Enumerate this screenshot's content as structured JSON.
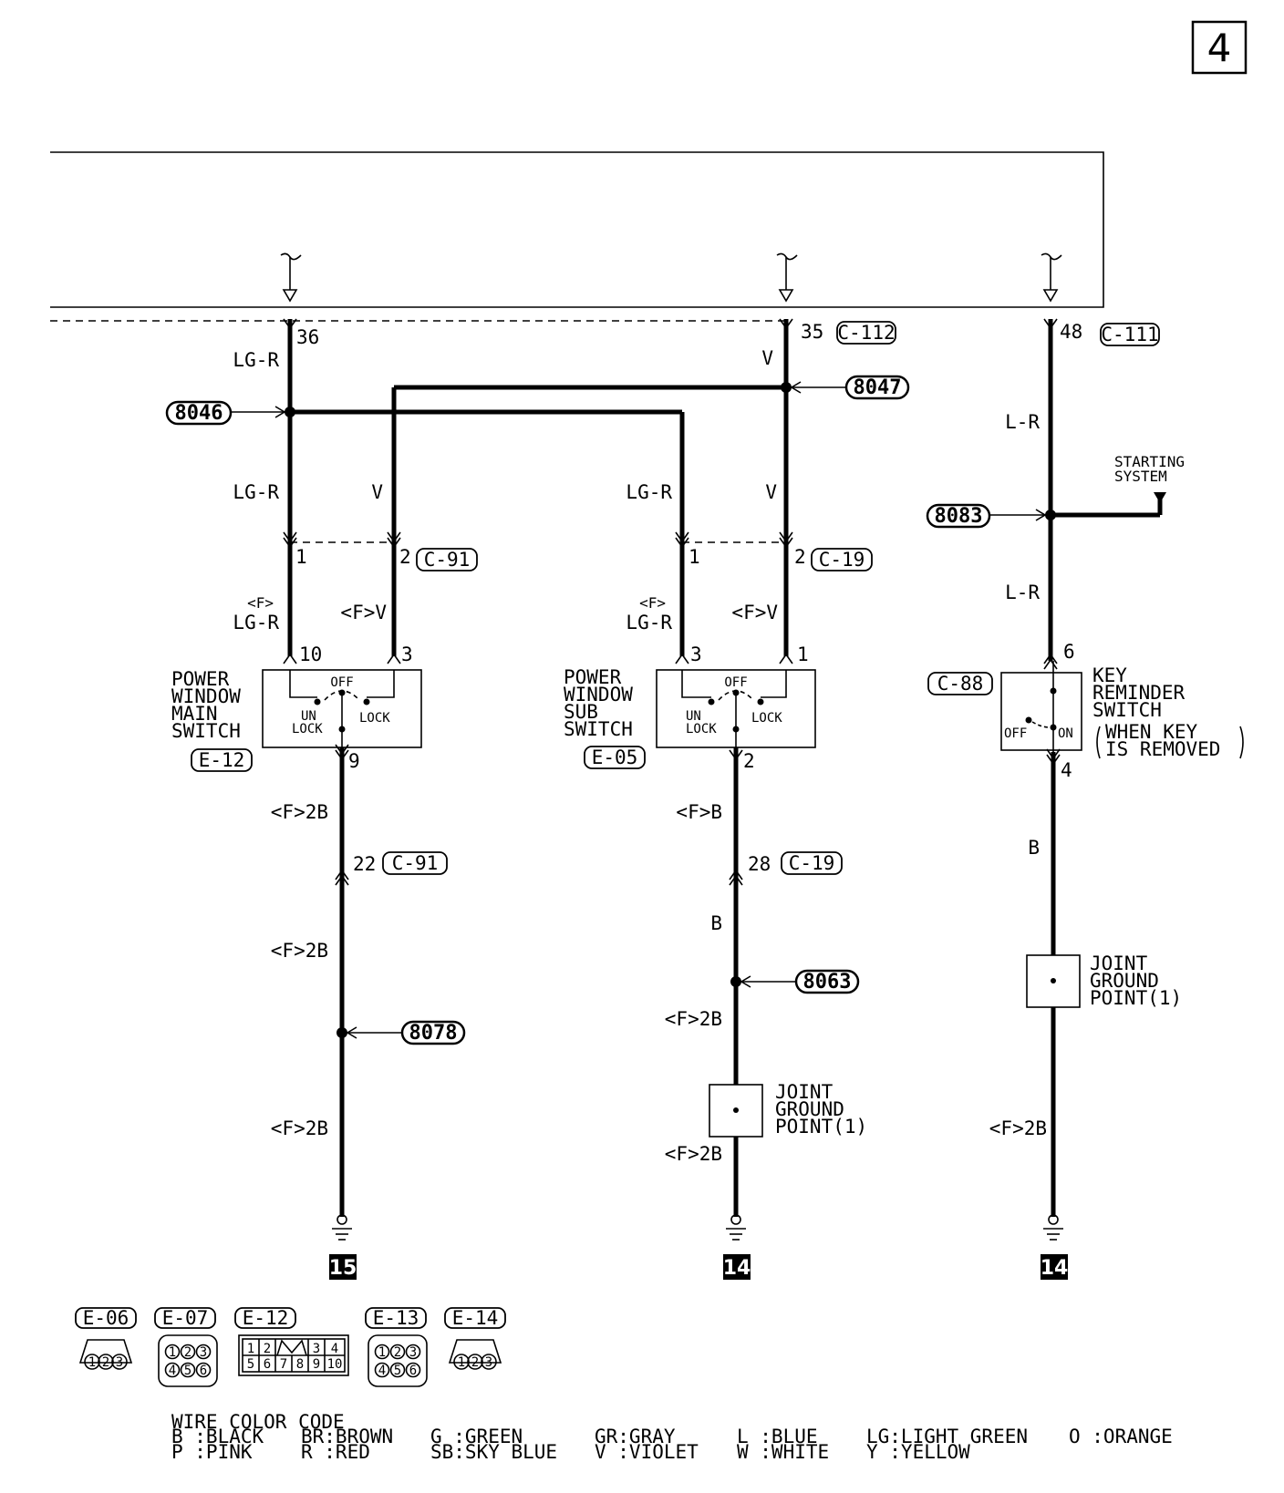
{
  "page_number": "4",
  "connectors": {
    "c112": "C-112",
    "c111": "C-111",
    "c91": "C-91",
    "c19": "C-19",
    "c88": "C-88",
    "e12": "E-12",
    "e05": "E-05"
  },
  "splices": {
    "s046": "8046",
    "s047": "8047",
    "s083": "8083",
    "s063": "8063",
    "s078": "8078"
  },
  "pins": {
    "p36": "36",
    "p35": "35",
    "p48": "48",
    "p1a": "1",
    "p2a": "2",
    "p1b": "1",
    "p2b": "2",
    "p10": "10",
    "p3a": "3",
    "p3b": "3",
    "p1c": "1",
    "p9": "9",
    "p2c": "2",
    "p22": "22",
    "p28": "28",
    "p6": "6",
    "p4": "4"
  },
  "wire_labels": {
    "lgr_1": "LG-R",
    "lgr_2": "LG-R",
    "lgr_3": "LG-R",
    "v_1": "V",
    "v_2": "V",
    "v_3": "V",
    "lr_1": "L-R",
    "lr_2": "L-R",
    "f_tag_1": "<F>",
    "f_lgr_1": "LG-R",
    "fv_1": "<F>V",
    "f_tag_2": "<F>",
    "f_lgr_2": "LG-R",
    "fv_2": "<F>V",
    "f2b_1": "<F>2B",
    "f2b_2": "<F>2B",
    "f2b_3": "<F>2B",
    "fb_1": "<F>B",
    "b_1": "B",
    "f2b_4": "<F>2B",
    "f2b_5": "<F>2B",
    "b_2": "B",
    "f2b_6": "<F>2B"
  },
  "components": {
    "main_switch": [
      "POWER",
      "WINDOW",
      "MAIN",
      "SWITCH"
    ],
    "sub_switch": [
      "POWER",
      "WINDOW",
      "SUB",
      "SWITCH"
    ],
    "key_switch": [
      "KEY",
      "REMINDER",
      "SWITCH"
    ],
    "key_note": [
      "WHEN KEY",
      "IS REMOVED"
    ],
    "off": "OFF",
    "un": "UN",
    "lock_word": "LOCK",
    "on": "ON",
    "joint_ground": [
      "JOINT",
      "GROUND",
      "POINT(1)"
    ],
    "starting_system": [
      "STARTING",
      "SYSTEM"
    ]
  },
  "grounds": {
    "g15": "15",
    "g14a": "14",
    "g14b": "14"
  },
  "connector_views": [
    {
      "id": "E-06",
      "pins": [
        "1",
        "2",
        "3"
      ]
    },
    {
      "id": "E-07",
      "pins": [
        "1",
        "2",
        "3",
        "4",
        "5",
        "6"
      ]
    },
    {
      "id": "E-12",
      "pins": [
        "1",
        "2",
        "3",
        "4",
        "5",
        "6",
        "7",
        "8",
        "9",
        "10"
      ]
    },
    {
      "id": "E-13",
      "pins": [
        "1",
        "2",
        "3",
        "4",
        "5",
        "6"
      ]
    },
    {
      "id": "E-14",
      "pins": [
        "1",
        "2",
        "3"
      ]
    }
  ],
  "color_code": {
    "title": "WIRE COLOR CODE",
    "row1": [
      "B :BLACK",
      "BR:BROWN",
      "G :GREEN",
      "GR:GRAY",
      "L :BLUE",
      "LG:LIGHT GREEN",
      "O :ORANGE"
    ],
    "row2": [
      "P :PINK",
      "R :RED",
      "SB:SKY BLUE",
      "V :VIOLET",
      "W :WHITE",
      "Y :YELLOW"
    ]
  }
}
